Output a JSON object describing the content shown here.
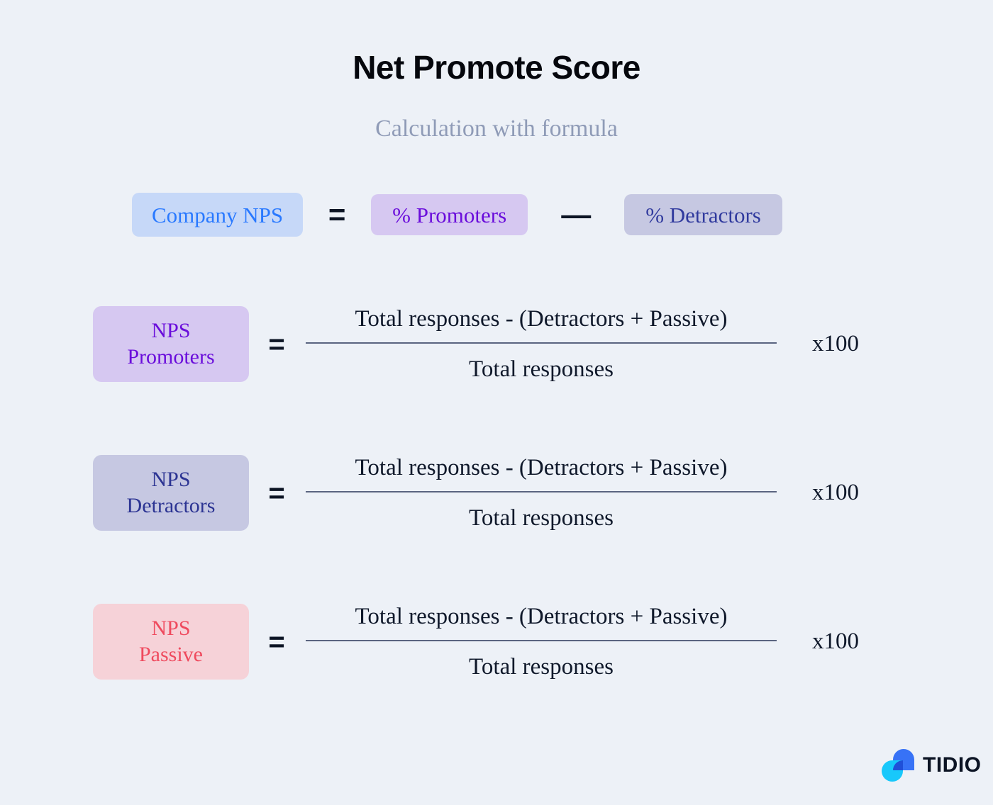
{
  "header": {
    "title": "Net Promote Score",
    "subtitle": "Calculation with formula"
  },
  "colors": {
    "background": "#edf1f7",
    "title": "#05070d",
    "subtitle": "#8f9bb7",
    "operator": "#0c1424",
    "fraction_text": "#10192b",
    "fraction_bar": "#5a6480",
    "company_bg": "#c6d8f8",
    "company_text": "#2979ff",
    "promoters_bg": "#d6c8f1",
    "promoters_text": "#6a0ddb",
    "detractors_bg": "#c6c8e2",
    "detractors_text": "#303a9e",
    "passive_bg": "#f6d2d8",
    "passive_text": "#ef4a5e",
    "logo_blue": "#3772f6",
    "logo_cyan": "#18c8fb",
    "logo_overlap": "#1f4fd8",
    "logo_text": "#0c1424"
  },
  "top_equation": {
    "company_label": "Company NPS",
    "equals": "=",
    "promoters_label": "% Promoters",
    "minus": "—",
    "detractors_label": "% Detractors"
  },
  "formulas": [
    {
      "label_line1": "NPS",
      "label_line2": "Promoters",
      "equals": "=",
      "numerator": "Total responses  - (Detractors + Passive)",
      "denominator": "Total responses",
      "multiplier": "x100"
    },
    {
      "label_line1": "NPS",
      "label_line2": "Detractors",
      "equals": "=",
      "numerator": "Total responses  - (Detractors + Passive)",
      "denominator": "Total responses",
      "multiplier": "x100"
    },
    {
      "label_line1": "NPS",
      "label_line2": "Passive",
      "equals": "=",
      "numerator": "Total responses  - (Detractors + Passive)",
      "denominator": "Total responses",
      "multiplier": "x100"
    }
  ],
  "logo": {
    "wordmark": "TIDIO",
    "mark_name": "tidio-chat-bubble-icon"
  }
}
